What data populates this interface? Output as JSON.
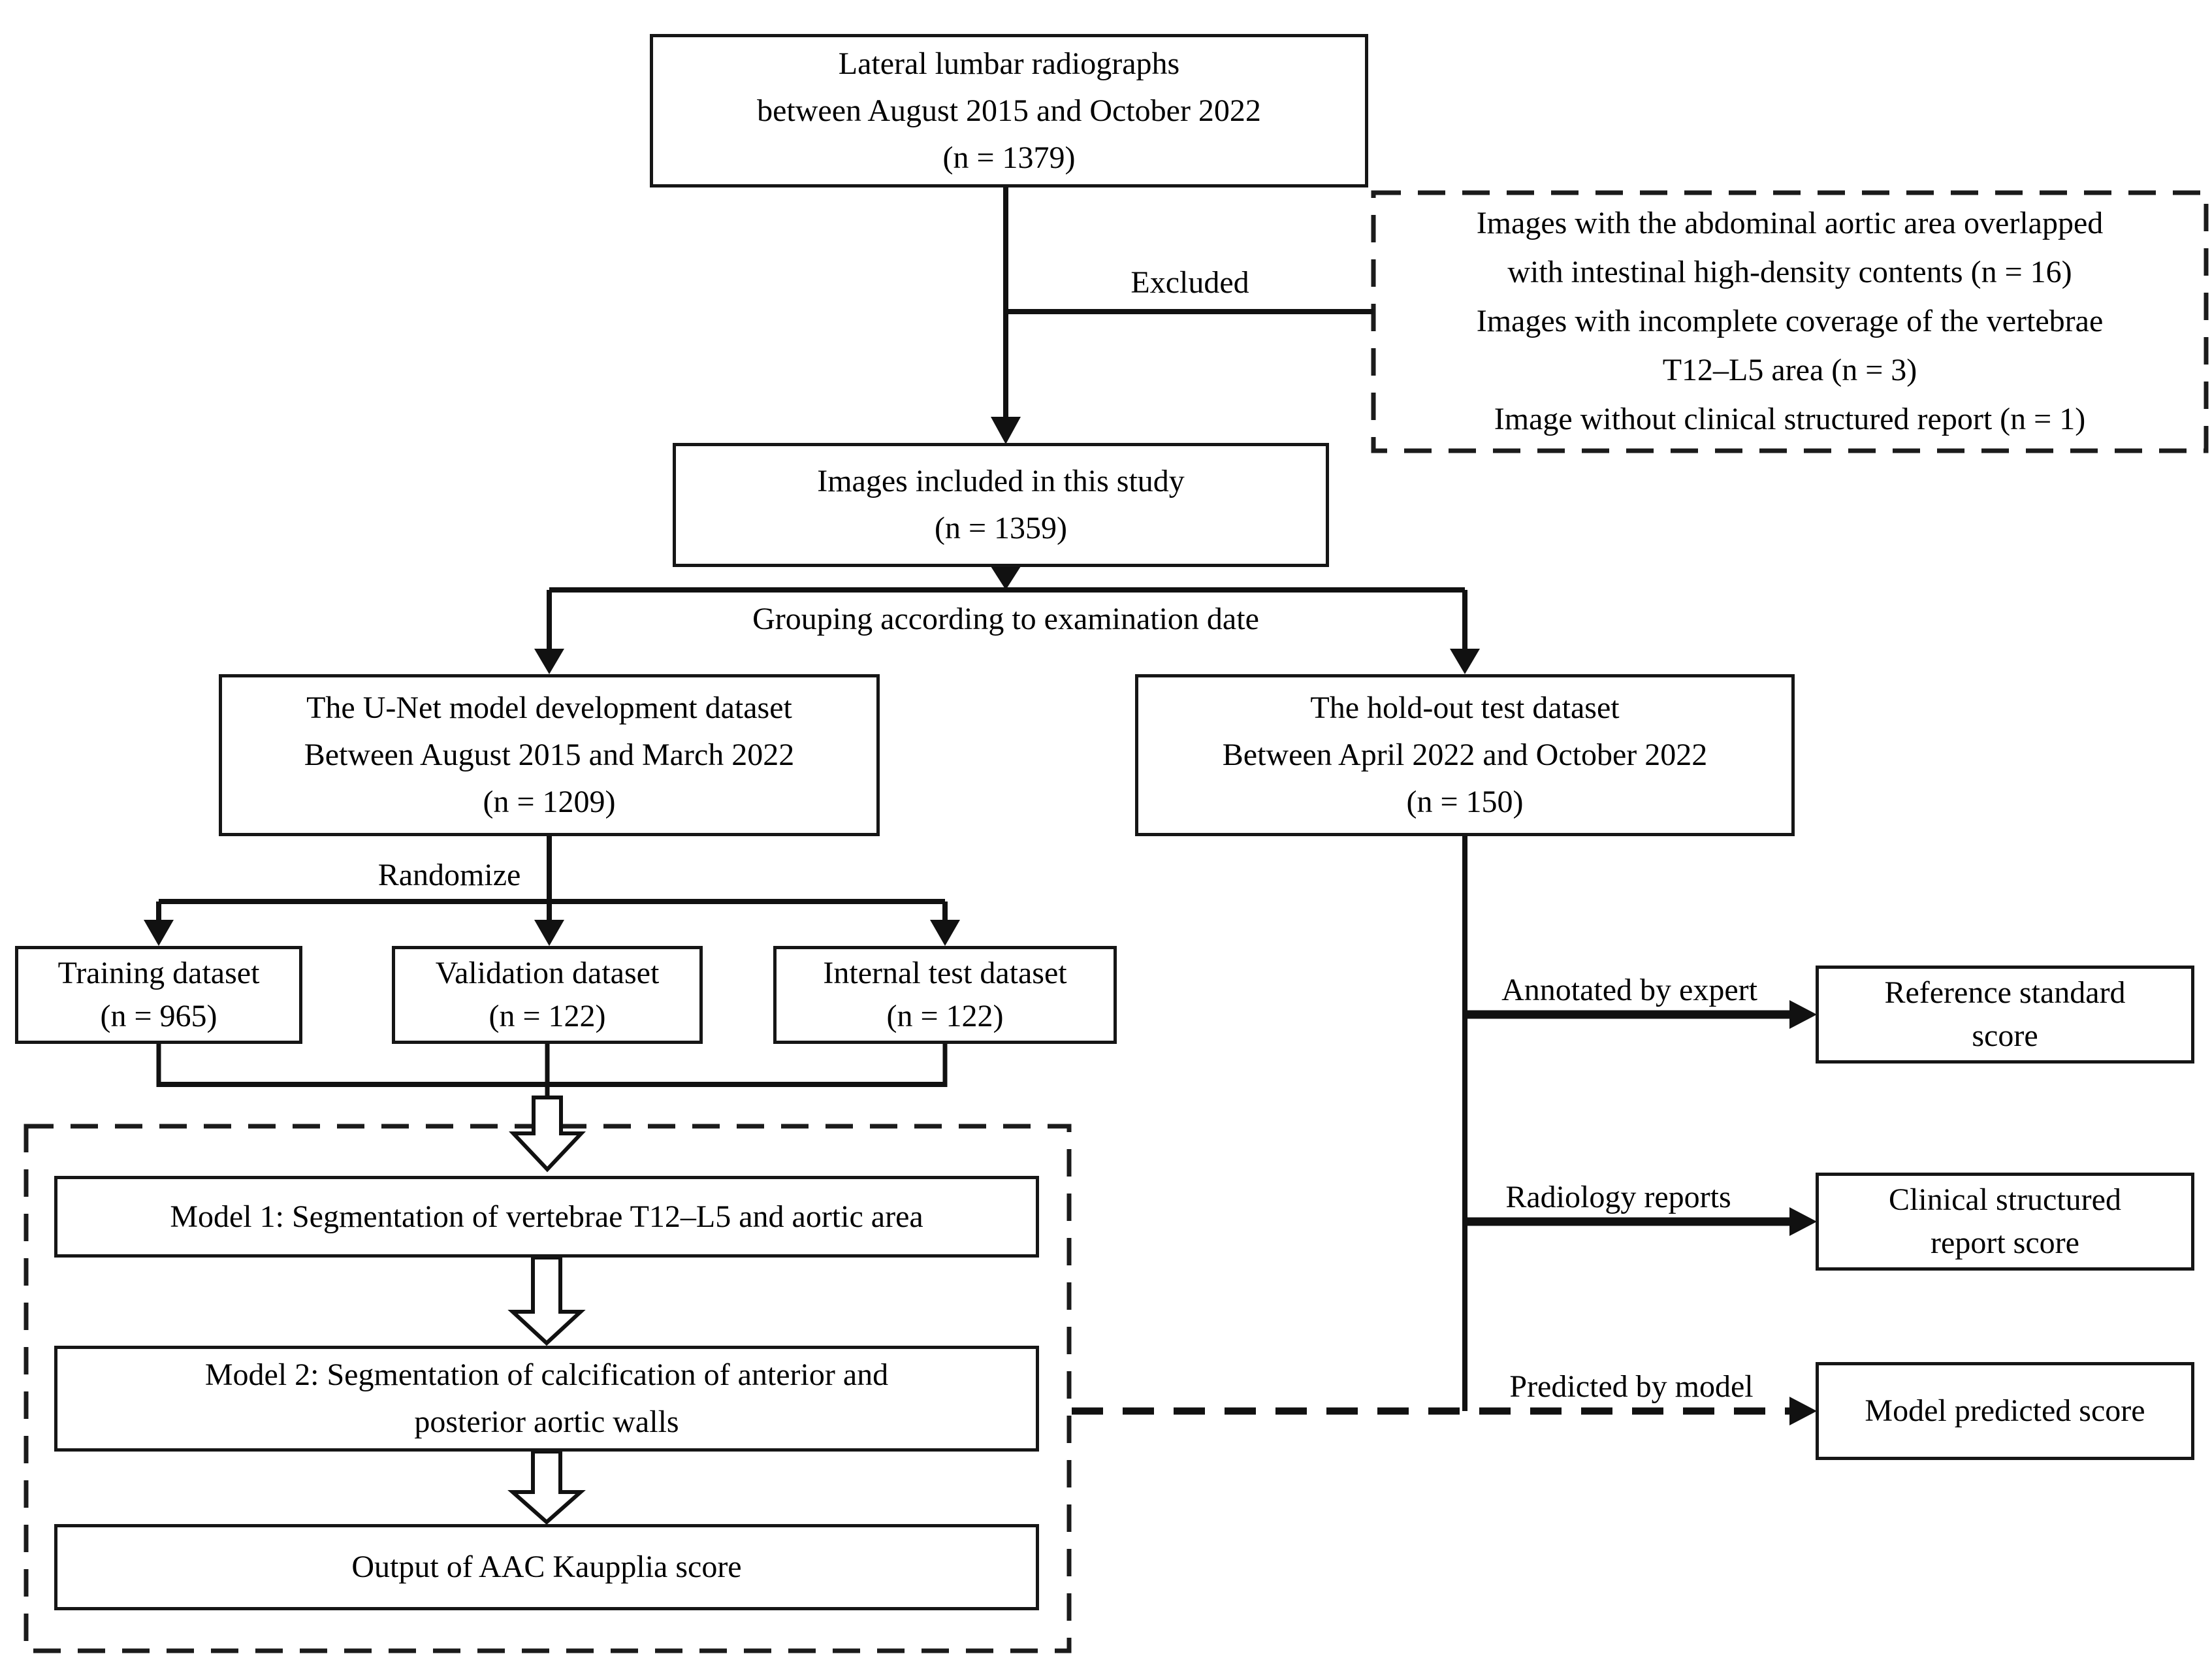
{
  "flowchart": {
    "colors": {
      "line": "#111111",
      "text": "#000000",
      "background": "#ffffff"
    },
    "nodes": {
      "source": "Lateral lumbar radiographs\nbetween August 2015 and October 2022\n(n = 1379)",
      "excluded": "Images with the abdominal aortic area overlapped\nwith intestinal high-density contents (n = 16)\nImages with incomplete coverage of the vertebrae\nT12–L5 area (n = 3)\nImage without clinical structured report (n = 1)",
      "included": "Images included in this study\n(n = 1359)",
      "dev_dataset": "The U-Net model development dataset\nBetween August 2015 and March 2022\n(n = 1209)",
      "holdout_dataset": "The hold-out test dataset\nBetween April 2022 and October 2022\n(n = 150)",
      "training": "Training dataset\n(n = 965)",
      "validation": "Validation dataset\n(n = 122)",
      "internal_test": "Internal test dataset\n(n = 122)",
      "model1": "Model 1: Segmentation of vertebrae T12–L5 and aortic area",
      "model2": "Model 2: Segmentation of calcification of anterior and\nposterior aortic walls",
      "output": "Output of AAC Kaupplia score",
      "reference_standard": "Reference standard\nscore",
      "clinical_structured": "Clinical structured\nreport score",
      "model_predicted": "Model predicted score"
    },
    "edge_labels": {
      "excluded": "Excluded",
      "grouping": "Grouping according to examination date",
      "randomize": "Randomize",
      "annotated": "Annotated by expert",
      "radiology": "Radiology reports",
      "predicted": "Predicted by model"
    }
  }
}
